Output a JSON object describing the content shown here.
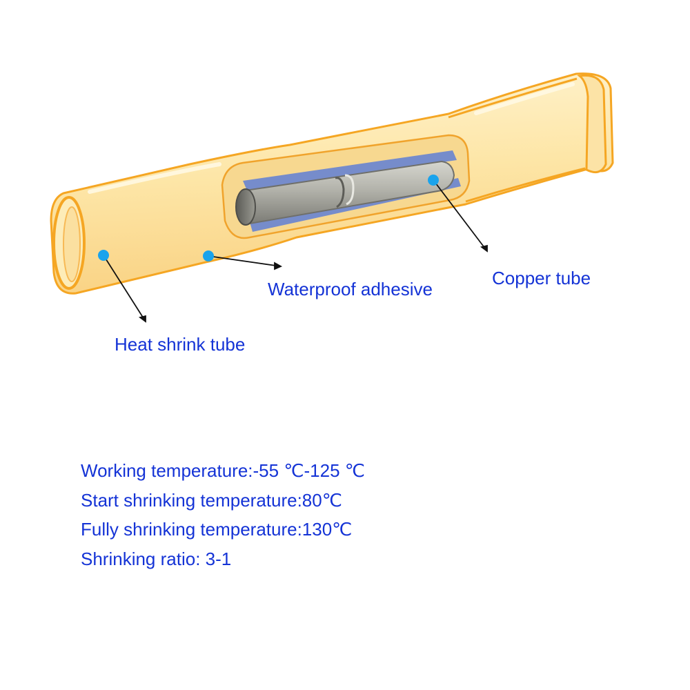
{
  "colors": {
    "tube_fill": "#fde8a8",
    "tube_edge": "#f5a623",
    "copper": "#a7a7a0",
    "adhesive": "#5f7fd6",
    "marker": "#1aa3ec",
    "text": "#1433d6"
  },
  "callouts": {
    "heat_shrink_tube": "Heat shrink tube",
    "waterproof_adhesive": "Waterproof adhesive",
    "copper_tube": "Copper tube"
  },
  "specs": [
    "Working temperature:-55 ℃-125 ℃",
    "Start shrinking temperature:80℃",
    "Fully shrinking temperature:130℃",
    "Shrinking ratio: 3-1"
  ]
}
